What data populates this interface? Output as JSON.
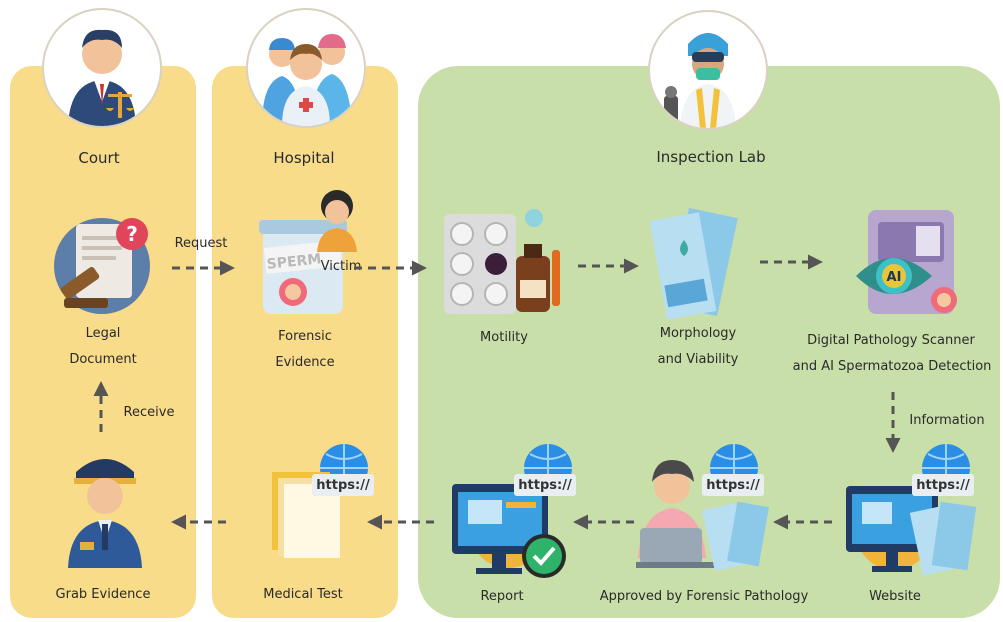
{
  "sections": {
    "court": "Court",
    "hospital": "Hospital",
    "lab": "Inspection Lab"
  },
  "nodes": {
    "legal_line1": "Legal",
    "legal_line2": "Document",
    "forensic_line1": "Forensic",
    "forensic_line2": "Evidence",
    "victim": "Victim",
    "motility": "Motility",
    "morph_line1": "Morphology",
    "morph_line2": "and Viability",
    "scanner_line1": "Digital Pathology Scanner",
    "scanner_line2": "and AI Spermatozoa Detection",
    "website": "Website",
    "approved": "Approved by Forensic Pathology",
    "report": "Report",
    "medical_test": "Medical Test",
    "grab_evidence": "Grab Evidence"
  },
  "edges": {
    "request": "Request",
    "receive": "Receive",
    "information": "Information"
  },
  "badges": {
    "https": "https://",
    "ai": "AI",
    "sperm_text": "SPERM"
  },
  "colors": {
    "court_panel": "#f8dc8a",
    "hospital_panel": "#f8dc8a",
    "lab_panel": "#c9dfaa",
    "arrow": "#555555"
  }
}
